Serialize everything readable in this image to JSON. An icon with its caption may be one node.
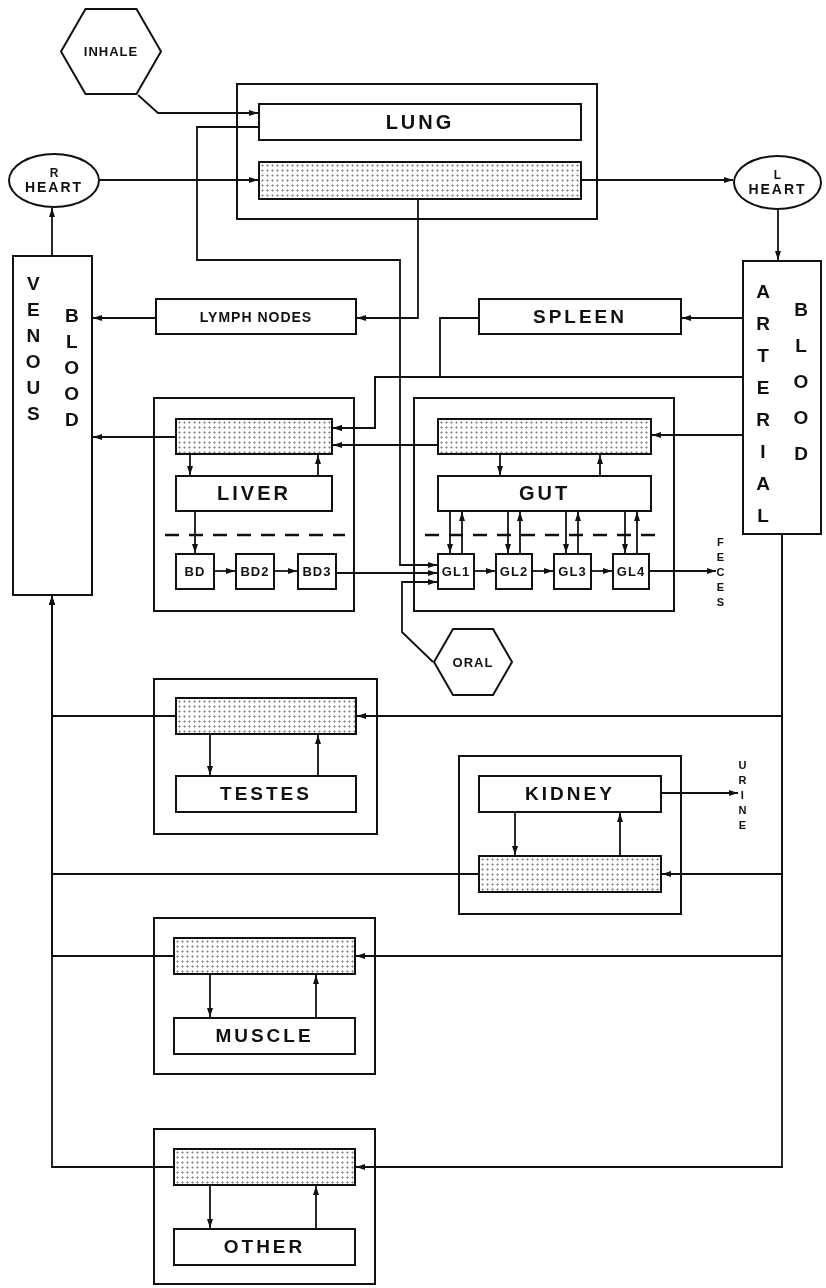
{
  "diagram": {
    "nodes": [
      {
        "text": [
          "INHALE"
        ]
      },
      {
        "text": [],
        "shape": "box"
      },
      {
        "text": [
          "LUNG"
        ],
        "in": 1
      },
      {
        "text": [],
        "shape": "box",
        "in": 1
      },
      {
        "text": [
          "R",
          "HEART"
        ]
      },
      {
        "text": [
          "L",
          "HEART"
        ]
      },
      {
        "text": [
          "VENOUS",
          "BLOOD"
        ]
      },
      {
        "text": [
          "LYMPH NODES"
        ]
      },
      {
        "text": [
          "SPLEEN"
        ]
      },
      {
        "text": [
          "ARTERIAL",
          "BLOOD"
        ]
      },
      {
        "text": [],
        "shape": "box"
      },
      {
        "text": [],
        "shape": "box",
        "in": 10
      },
      {
        "text": [
          "LIVER"
        ],
        "in": 10
      },
      {
        "text": [
          "BD"
        ],
        "in": 10
      },
      {
        "text": [
          "BD2"
        ],
        "in": 10
      },
      {
        "text": [
          "BD3"
        ],
        "in": 10
      },
      {
        "text": [],
        "shape": "box"
      },
      {
        "text": [],
        "shape": "box",
        "in": 16
      },
      {
        "text": [
          "GUT"
        ],
        "in": 16
      },
      {
        "text": [
          "GL1"
        ],
        "in": 16
      },
      {
        "text": [
          "GL2"
        ],
        "in": 16
      },
      {
        "text": [
          "GL3"
        ],
        "in": 16
      },
      {
        "text": [
          "GL4"
        ],
        "in": 16
      },
      {
        "text": [
          "FECES"
        ]
      },
      {
        "text": [
          "ORAL"
        ]
      },
      {
        "text": [],
        "shape": "box"
      },
      {
        "text": [],
        "shape": "box",
        "in": 25
      },
      {
        "text": [
          "TESTES"
        ],
        "in": 25
      },
      {
        "text": [],
        "shape": "box"
      },
      {
        "text": [
          "KIDNEY"
        ],
        "in": 28
      },
      {
        "text": [],
        "shape": "box",
        "in": 28
      },
      {
        "text": [
          "URINE"
        ]
      },
      {
        "text": [],
        "shape": "box"
      },
      {
        "text": [],
        "shape": "box",
        "in": 32
      },
      {
        "text": [
          "MUSCLE"
        ],
        "in": 32
      },
      {
        "text": [],
        "shape": "box"
      },
      {
        "text": [],
        "shape": "box",
        "in": 35
      },
      {
        "text": [
          "OTHER"
        ],
        "in": 35
      }
    ],
    "edges": [
      {
        "from": 0,
        "to": 2,
        "arrow": "to"
      },
      {
        "from": 2,
        "to": 19,
        "arrow": "to"
      },
      {
        "from": 4,
        "to": 3,
        "arrow": "to"
      },
      {
        "from": 3,
        "to": 5,
        "arrow": "to"
      },
      {
        "from": 5,
        "to": 9,
        "arrow": "to"
      },
      {
        "from": 6,
        "to": 4,
        "arrow": "to"
      },
      {
        "from": 3,
        "to": 7,
        "arrow": "to"
      },
      {
        "from": 7,
        "to": 6,
        "arrow": "to"
      },
      {
        "from": 9,
        "to": 8,
        "arrow": "to"
      },
      {
        "from": 8,
        "to": 11,
        "arrow": "to"
      },
      {
        "from": 9,
        "to": 11,
        "arrow": "to"
      },
      {
        "from": 17,
        "to": 11,
        "arrow": "to"
      },
      {
        "from": 9,
        "to": 17,
        "arrow": "to"
      },
      {
        "from": 11,
        "to": 6,
        "arrow": "to"
      },
      {
        "from": 11,
        "to": 12,
        "arrow": "to"
      },
      {
        "from": 12,
        "to": 11,
        "arrow": "to"
      },
      {
        "from": 12,
        "to": 13,
        "arrow": "to"
      },
      {
        "from": 13,
        "to": 14,
        "arrow": "to"
      },
      {
        "from": 14,
        "to": 15,
        "arrow": "to"
      },
      {
        "from": 15,
        "to": 19,
        "arrow": "to"
      },
      {
        "from": 17,
        "to": 18,
        "arrow": "to"
      },
      {
        "from": 18,
        "to": 17,
        "arrow": "to"
      },
      {
        "from": 18,
        "to": 19,
        "arrow": "to"
      },
      {
        "from": 19,
        "to": 18,
        "arrow": "to"
      },
      {
        "from": 18,
        "to": 20,
        "arrow": "to"
      },
      {
        "from": 20,
        "to": 18,
        "arrow": "to"
      },
      {
        "from": 18,
        "to": 21,
        "arrow": "to"
      },
      {
        "from": 21,
        "to": 18,
        "arrow": "to"
      },
      {
        "from": 18,
        "to": 22,
        "arrow": "to"
      },
      {
        "from": 22,
        "to": 18,
        "arrow": "to"
      },
      {
        "from": 19,
        "to": 20,
        "arrow": "to"
      },
      {
        "from": 20,
        "to": 21,
        "arrow": "to"
      },
      {
        "from": 21,
        "to": 22,
        "arrow": "to"
      },
      {
        "from": 22,
        "to": 23,
        "arrow": "to"
      },
      {
        "from": 24,
        "to": 19,
        "arrow": "to"
      },
      {
        "from": 9,
        "to": 26,
        "arrow": "to"
      },
      {
        "from": 26,
        "to": 6,
        "arrow": "to"
      },
      {
        "from": 26,
        "to": 27,
        "arrow": "to"
      },
      {
        "from": 27,
        "to": 26,
        "arrow": "to"
      },
      {
        "from": 9,
        "to": 30,
        "arrow": "to"
      },
      {
        "from": 30,
        "to": 6,
        "arrow": "to"
      },
      {
        "from": 29,
        "to": 30,
        "arrow": "to"
      },
      {
        "from": 30,
        "to": 29,
        "arrow": "to"
      },
      {
        "from": 29,
        "to": 31,
        "arrow": "to"
      },
      {
        "from": 9,
        "to": 33,
        "arrow": "to"
      },
      {
        "from": 33,
        "to": 6,
        "arrow": "to"
      },
      {
        "from": 33,
        "to": 34,
        "arrow": "to"
      },
      {
        "from": 34,
        "to": 33,
        "arrow": "to"
      },
      {
        "from": 9,
        "to": 36,
        "arrow": "to"
      },
      {
        "from": 36,
        "to": 6,
        "arrow": "to"
      },
      {
        "from": 36,
        "to": 37,
        "arrow": "to"
      },
      {
        "from": 37,
        "to": 36,
        "arrow": "to"
      }
    ]
  }
}
